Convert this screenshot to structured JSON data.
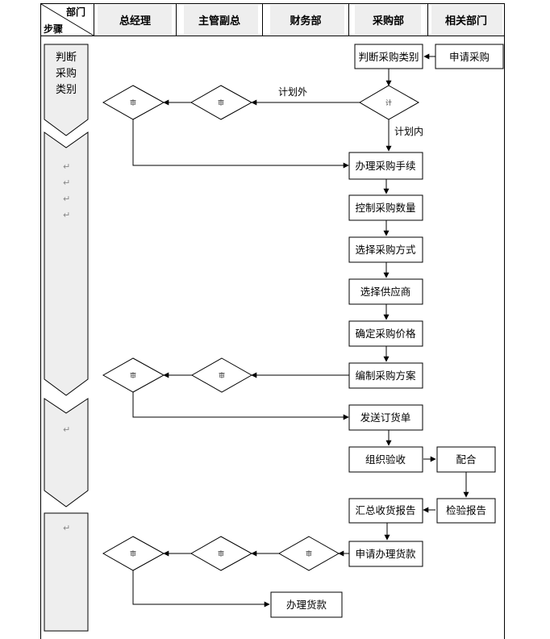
{
  "header": {
    "corner_top": "部门",
    "corner_bottom": "步骤",
    "columns": [
      "总经理",
      "主管副总",
      "财务部",
      "采购部",
      "相关部门"
    ]
  },
  "steps": [
    {
      "label": [
        "判断",
        "采购",
        "类别"
      ]
    }
  ],
  "nodes": {
    "apply_purchase": "申请采购",
    "judge_category": "判断采购类别",
    "handle_procedure": "办理采购手续",
    "control_quantity": "控制采购数量",
    "select_method": "选择采购方式",
    "select_supplier": "选择供应商",
    "confirm_price": "确定采购价格",
    "compile_plan": "编制采购方案",
    "send_order": "发送订货单",
    "organize_acceptance": "组织验收",
    "cooperate": "配合",
    "inspection_report": "检验报告",
    "summary_report": "汇总收货报告",
    "apply_payment": "申请办理货款",
    "handle_payment": "办理货款"
  },
  "decision_marks": {
    "category": "计",
    "approve": "审"
  },
  "edge_labels": {
    "out_of_plan": "计划外",
    "in_plan": "计划内"
  },
  "return_mark": "↵"
}
